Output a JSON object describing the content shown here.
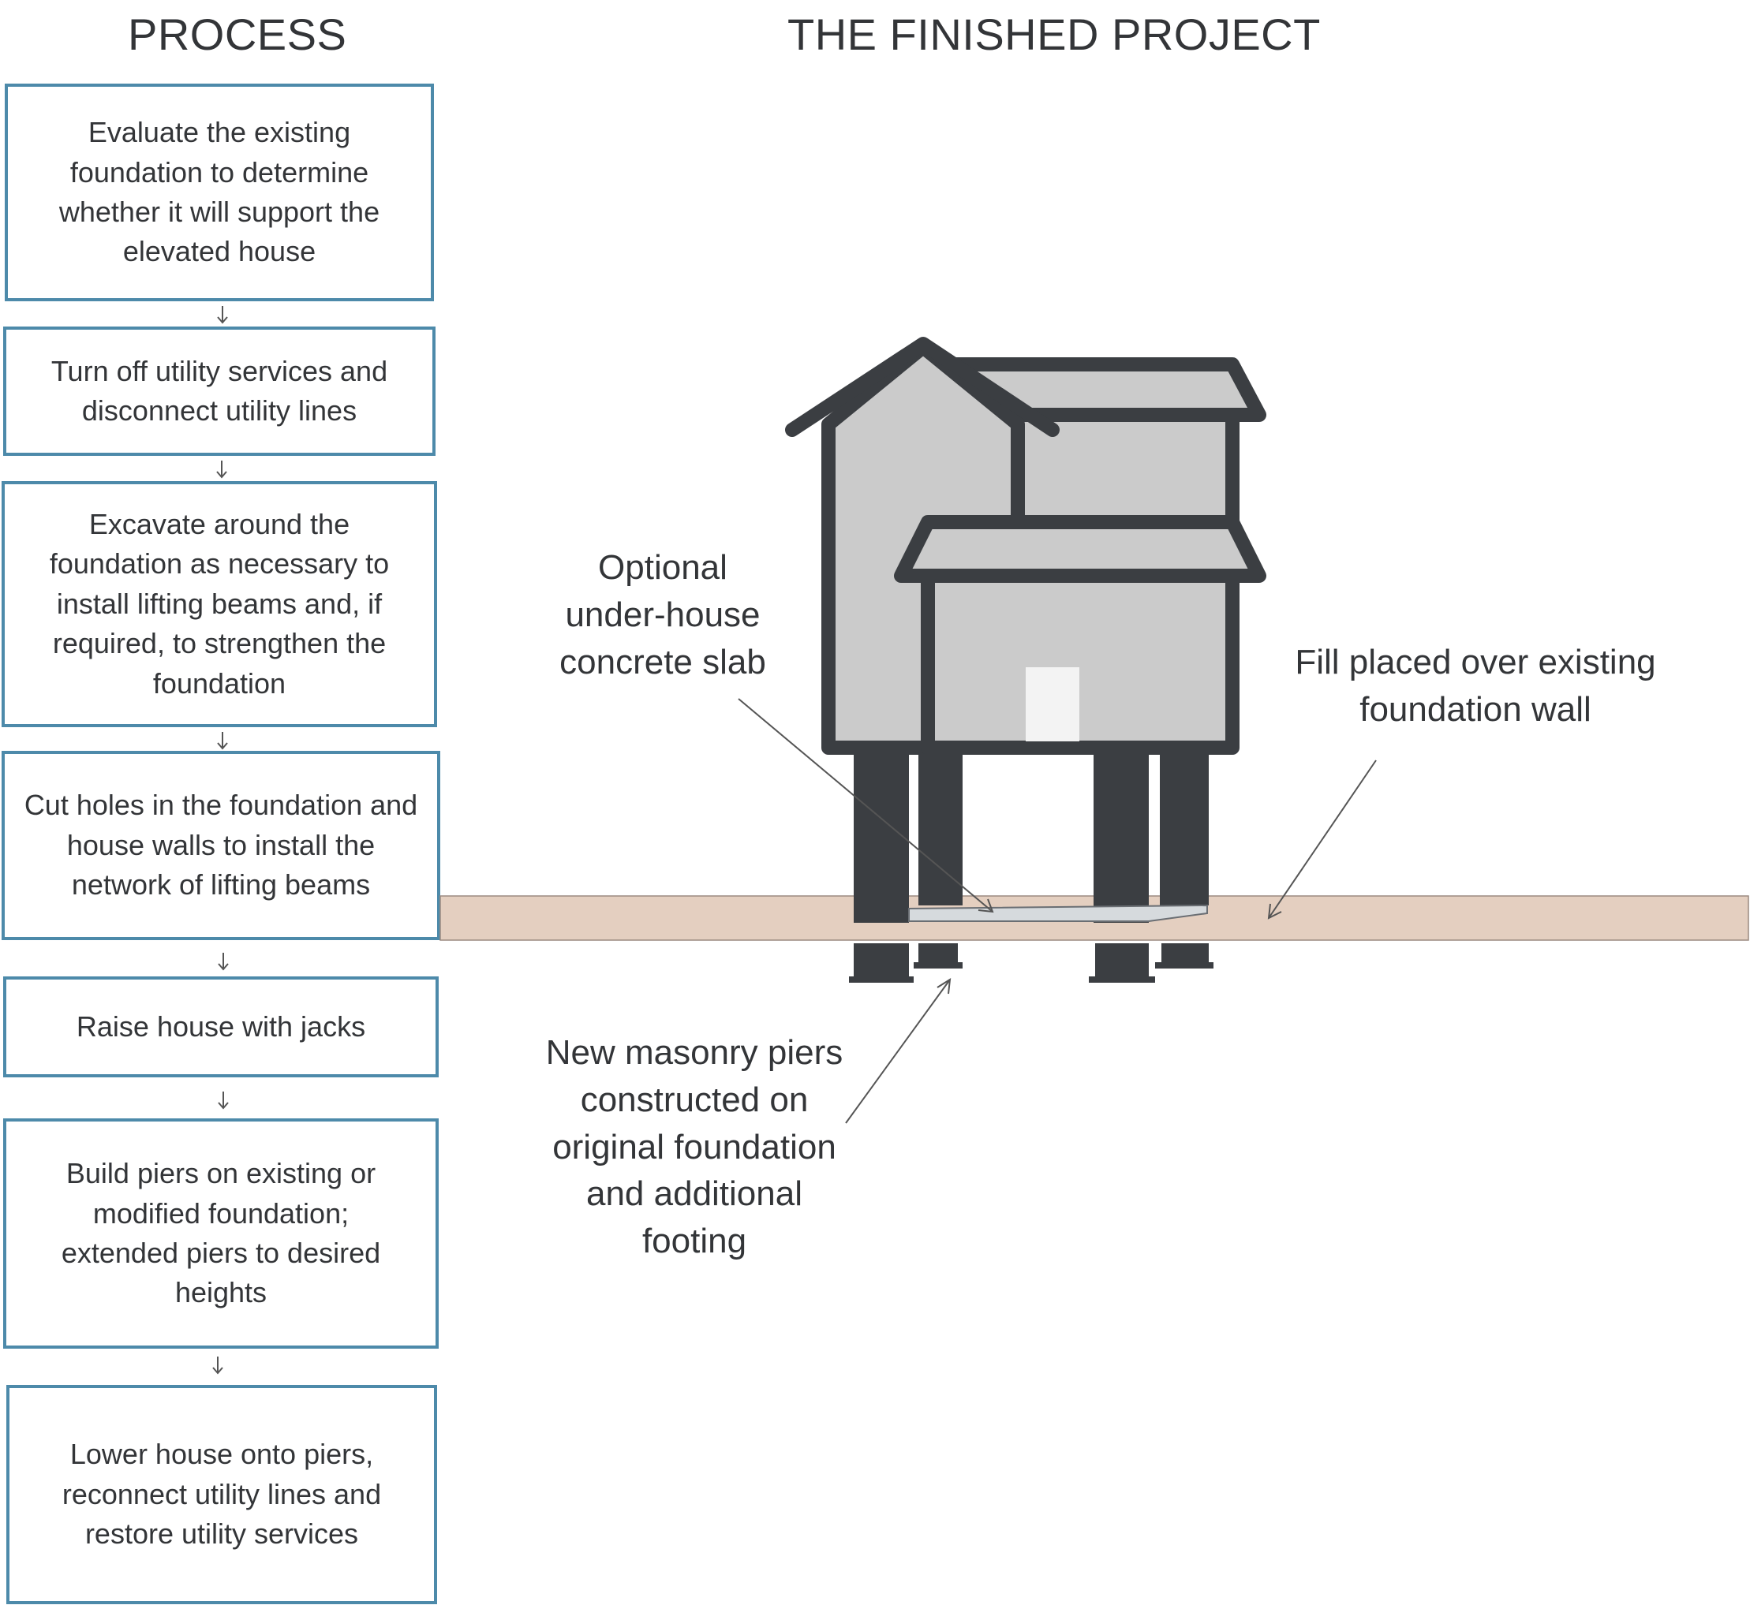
{
  "headings": {
    "process": "PROCESS",
    "finished": "THE FINISHED PROJECT"
  },
  "steps": [
    "Evaluate the existing foundation to determine whether it will support the elevated house",
    "Turn off utility services and disconnect utility lines",
    "Excavate around the foundation as necessary to install lifting beams and, if required, to strengthen the foundation",
    "Cut holes in the foundation and house walls to install the network of lifting beams",
    "Raise house with jacks",
    "Build piers on existing or modified foundation; extended piers to desired heights",
    "Lower house onto piers, reconnect utility lines and restore utility services"
  ],
  "callouts": {
    "slab": "Optional under-house concrete slab",
    "fill": "Fill placed over existing foundation wall",
    "piers": "New masonry piers constructed on original foundation and additional footing"
  },
  "colors": {
    "box_border": "#4d8aaa",
    "house_fill": "#cbcbcb",
    "house_stroke": "#3b3e42",
    "ground": "#e4cfc0",
    "door": "#f3f3f3"
  },
  "icons": {
    "step_arrow": "arrow-down-icon",
    "callout_arrow": "arrow-pointer-icon"
  }
}
